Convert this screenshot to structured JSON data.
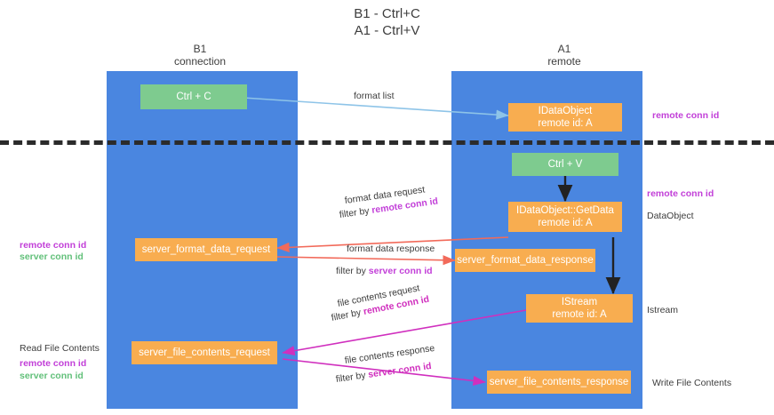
{
  "title": {
    "line1": "B1 - Ctrl+C",
    "line2": "A1 - Ctrl+V"
  },
  "lanes": [
    {
      "id": "b1",
      "name": "B1",
      "role": "connection",
      "color": "#4a86e0"
    },
    {
      "id": "a1",
      "name": "A1",
      "role": "remote",
      "color": "#4a86e0"
    }
  ],
  "nodes": {
    "ctrl_c": {
      "line1": "Ctrl + C",
      "line2": ""
    },
    "idataobject": {
      "line1": "IDataObject",
      "line2": "remote id: A"
    },
    "ctrl_v": {
      "line1": "Ctrl + V",
      "line2": ""
    },
    "getdata": {
      "line1": "IDataObject::GetData",
      "line2": "remote id: A"
    },
    "server_format_data_request": {
      "line1": "server_format_data_request",
      "line2": ""
    },
    "server_format_data_response": {
      "line1": "server_format_data_response",
      "line2": ""
    },
    "istream": {
      "line1": "IStream",
      "line2": "remote id: A"
    },
    "server_file_contents_request": {
      "line1": "server_file_contents_request",
      "line2": ""
    },
    "server_file_contents_response": {
      "line1": "server_file_contents_response",
      "line2": ""
    }
  },
  "edge_labels": {
    "format_list": "format list",
    "format_data_request": "format data request",
    "format_data_request_filter_prefix": "filter by ",
    "format_data_request_filter_key": "remote conn id",
    "format_data_response": "format data response",
    "format_data_response_filter_prefix": "filter by ",
    "format_data_response_filter_key": "server conn id",
    "file_contents_request": "file contents request",
    "file_contents_request_filter_prefix": "filter by ",
    "file_contents_request_filter_key": "remote conn id",
    "file_contents_response": "file contents response",
    "file_contents_response_filter_prefix": "filter by ",
    "file_contents_response_filter_key": "server conn id"
  },
  "annotations": {
    "right_remote_conn_id_top": "remote conn id",
    "right_remote_conn_id_mid": "remote conn id",
    "right_dataobject": "DataObject",
    "right_istream": "Istream",
    "right_write_file_contents": "Write File Contents",
    "left_remote_conn_id": "remote conn id",
    "left_server_conn_id": "server conn id",
    "left_read_file_contents": "Read File Contents",
    "left_remote_conn_id_2": "remote conn id",
    "left_server_conn_id_2": "server conn id"
  },
  "colors": {
    "lane": "#4a86e0",
    "node_green": "#7ecb8f",
    "node_orange": "#f8ad50",
    "purple": "#c23fd8",
    "green_text": "#62c07a",
    "arrow_blue": "#8ec4e8",
    "arrow_red": "#f26a5a",
    "arrow_pink": "#d02fbe",
    "arrow_black": "#222222",
    "separator": "#2b2b2b",
    "background": "#ffffff"
  }
}
